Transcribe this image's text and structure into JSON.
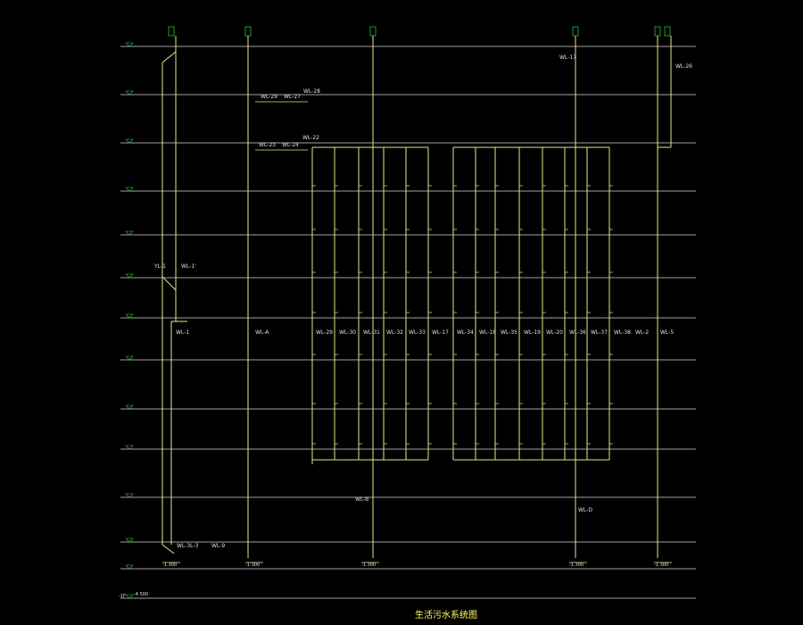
{
  "colors": {
    "background": "#000000",
    "floor_line": "#d9d9d9",
    "pipe": "#e6e68a",
    "label": "#e0e0e0",
    "elev_mark": "#2fbf2f",
    "small_text": "#e0e0e0",
    "title": "#ffff66"
  },
  "drawing": {
    "corner_label": "",
    "title": "生活污水系统图",
    "floor_levels": [
      "",
      "",
      "",
      "",
      "",
      "",
      "",
      "",
      "",
      "",
      "",
      "",
      "",
      "-1F"
    ],
    "elevations": [
      "",
      "",
      "",
      "",
      "",
      "",
      "",
      "",
      "",
      "",
      "",
      "",
      "",
      "-4.500"
    ],
    "vertical_pipes": [
      "WL-1",
      "WL-A",
      "WL-29",
      "WL-30",
      "WL-31",
      "WL-32",
      "WL-33",
      "WL-17",
      "WL-34",
      "WL-18",
      "WL-35",
      "WL-19",
      "WL-20",
      "WL-36",
      "WL-37",
      "WL-38",
      "WL-2",
      "WL-5"
    ],
    "left_pipes": [
      "YL-1",
      "WL-1'"
    ],
    "top_pipe_tags": [
      "WL-28",
      "WL-29",
      "WL-27",
      "WL-23",
      "WL-24",
      "WL-22",
      "WL-17",
      "WL-26"
    ],
    "bottom_pipe_tags": [
      "WL-B",
      "WL-D",
      "WL-3L-3",
      "WL-9"
    ],
    "outlet_label": "-1.300"
  }
}
